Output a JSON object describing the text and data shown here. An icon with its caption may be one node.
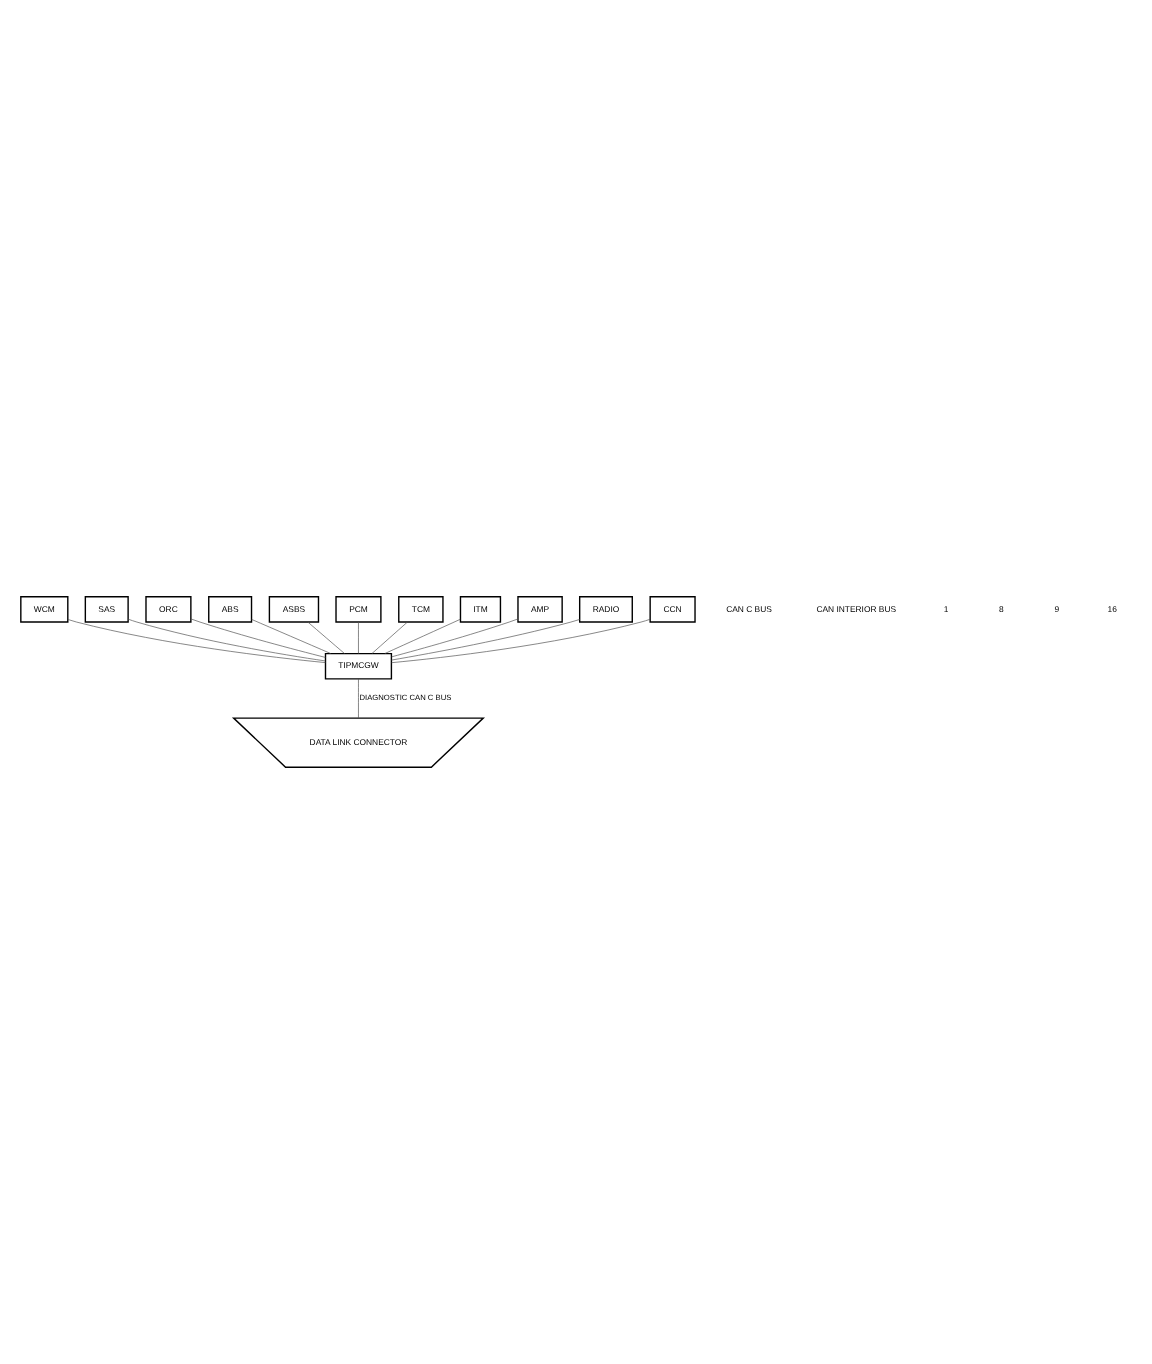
{
  "diagram": {
    "nodes": [
      {
        "text": [
          "WCM"
        ]
      },
      {
        "text": [
          "SAS"
        ]
      },
      {
        "text": [
          "ORC"
        ]
      },
      {
        "text": [
          "ABS"
        ]
      },
      {
        "text": [
          "ASBS"
        ]
      },
      {
        "text": [
          "PCM"
        ]
      },
      {
        "text": [
          "TCM"
        ]
      },
      {
        "text": [
          "ITM"
        ]
      },
      {
        "text": [
          "AMP"
        ]
      },
      {
        "text": [
          "RADIO"
        ]
      },
      {
        "text": [
          "CCN"
        ]
      },
      {
        "text": [
          "TIPMCGW"
        ]
      },
      {
        "text": [
          "DATA LINK CONNECTOR"
        ]
      }
    ],
    "edges": [
      {
        "from": 0,
        "to": 11,
        "arrow": "none"
      },
      {
        "from": 1,
        "to": 11,
        "arrow": "none"
      },
      {
        "from": 2,
        "to": 11,
        "arrow": "none"
      },
      {
        "from": 3,
        "to": 11,
        "arrow": "none"
      },
      {
        "from": 4,
        "to": 11,
        "arrow": "none"
      },
      {
        "from": 5,
        "to": 11,
        "arrow": "none"
      },
      {
        "from": 6,
        "to": 11,
        "arrow": "none"
      },
      {
        "from": 7,
        "to": 11,
        "arrow": "none"
      },
      {
        "from": 8,
        "to": 11,
        "arrow": "none"
      },
      {
        "from": 9,
        "to": 11,
        "arrow": "none"
      },
      {
        "from": 10,
        "to": 11,
        "arrow": "none"
      },
      {
        "from": 11,
        "to": 12,
        "arrow": "none",
        "label": "DIAGNOSTIC CAN C BUS"
      }
    ],
    "labels": [
      "CAN C BUS",
      "CAN INTERIOR BUS",
      "1",
      "8",
      "9",
      "16"
    ]
  }
}
